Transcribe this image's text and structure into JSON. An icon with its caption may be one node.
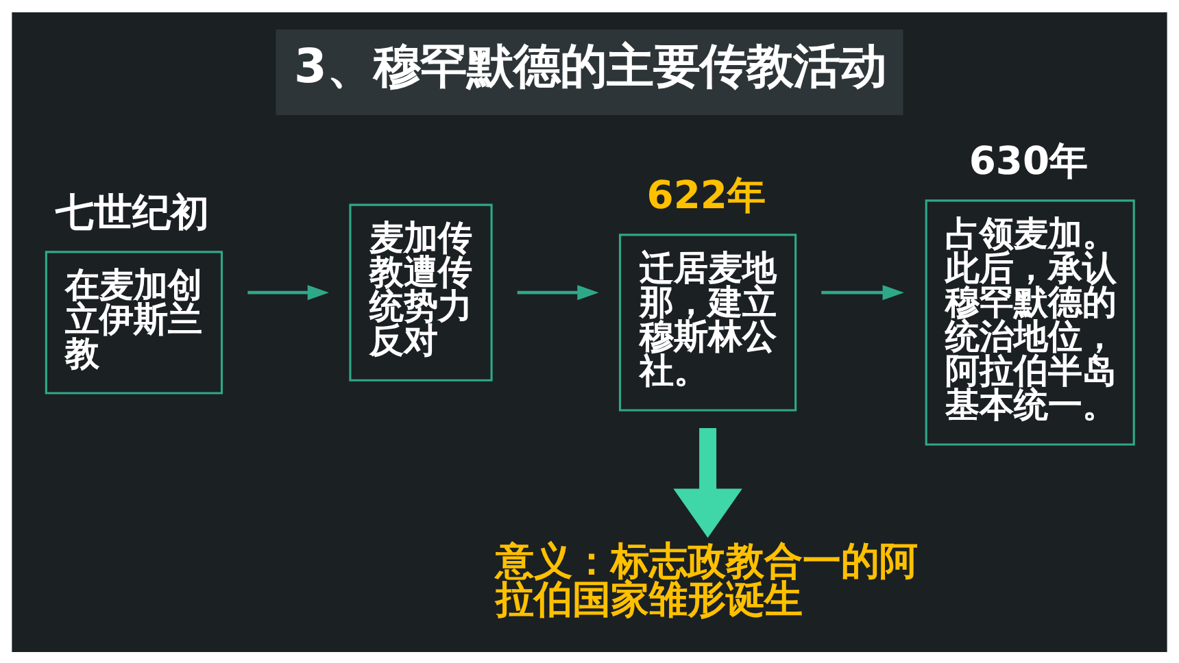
{
  "diagram": {
    "title": "3、穆罕默德的主要传教活动",
    "nodes": [
      {
        "text": [
          "在麦加创立伊斯兰教"
        ],
        "beside": [
          "七世纪初"
        ]
      },
      {
        "text": [
          "麦加传教遭传统势力反对"
        ]
      },
      {
        "text": [
          "迁居麦地那，建立穆斯林公社。"
        ],
        "beside": [
          "622年"
        ]
      },
      {
        "text": [
          "占领麦加。此后，承认穆罕默德的统治地位，阿拉伯半岛基本统一。"
        ],
        "beside": [
          "630年"
        ]
      },
      {
        "text": [
          "意义：标志政教合一的阿拉伯国家雏形诞生"
        ]
      }
    ],
    "edges": [
      {
        "from": 0,
        "to": 1,
        "arrow": "to"
      },
      {
        "from": 1,
        "to": 2,
        "arrow": "to"
      },
      {
        "from": 2,
        "to": 3,
        "arrow": "to"
      },
      {
        "from": 2,
        "to": 4,
        "arrow": "to",
        "style": "thick"
      }
    ]
  }
}
